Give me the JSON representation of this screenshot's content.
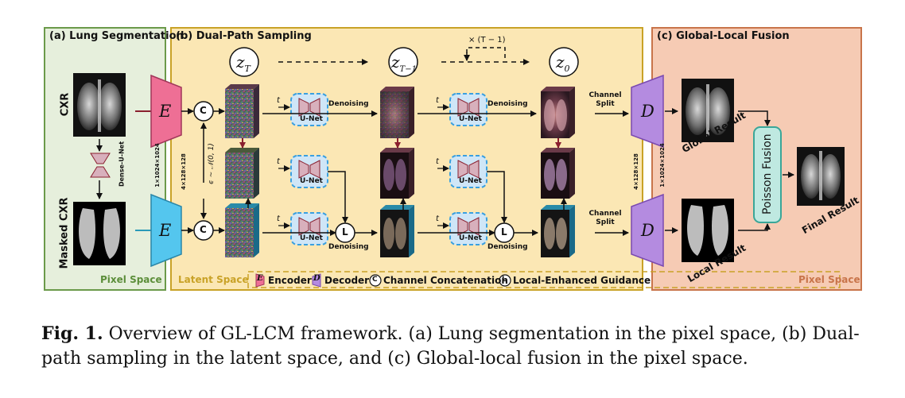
{
  "panels": {
    "a": {
      "title": "(a) Lung Segmentation",
      "space": "Pixel Space"
    },
    "b": {
      "title": "(b) Dual-Path Sampling",
      "space": "Latent Space"
    },
    "c": {
      "title": "(c) Global-Local Fusion",
      "space": "Pixel Space"
    }
  },
  "inputs": {
    "cxr": "CXR",
    "masked_cxr": "Masked CXR",
    "dense_unet": "Dense-U-Net"
  },
  "dims": {
    "pixel": "1×1024×1024",
    "latent": "4×128×128"
  },
  "blocks": {
    "encoder": "E",
    "decoder": "D",
    "concat": "C",
    "guidance": "L",
    "unet": "U-Net",
    "denoising": "Denoising",
    "t": "t",
    "channel_split": "Channel Split",
    "noise": "ϵ ∼ 𝒩(0, 1)",
    "repeat": "× (T − 1)"
  },
  "latents": {
    "zT": "z",
    "zT_sub": "T",
    "zT1": "z",
    "zT1_sub": "T−1",
    "z0": "z",
    "z0_sub": "0"
  },
  "outputs": {
    "global": "Global Result",
    "local": "Local Result",
    "poisson": "Poisson Fusion",
    "final": "Final Result"
  },
  "legend": {
    "encoder": "Encoder",
    "decoder": "Decoder",
    "concat": "Channel Concatenation",
    "guidance": "Local-Enhanced Guidance"
  },
  "colors": {
    "panel_a_bg": "#e6efdc",
    "panel_a_border": "#6b9a4a",
    "panel_b_bg": "#fbe7b4",
    "panel_b_border": "#c9a227",
    "panel_c_bg": "#f6cbb4",
    "panel_c_border": "#c8744a",
    "encoder_pink": "#ee6f95",
    "encoder_cyan": "#54c6ee",
    "decoder_purple": "#b48be0",
    "unet_bg": "#cfe6f7",
    "unet_border": "#3aa0e0",
    "poisson_bg": "#bfe9e1",
    "poisson_border": "#3aa698",
    "global_path": "#8a1f2e",
    "local_path": "#2a9ab8"
  },
  "caption": {
    "label": "Fig. 1.",
    "text": "Overview of GL-LCM framework. (a) Lung segmentation in the pixel space, (b) Dual-path sampling in the latent space, and (c) Global-local fusion in the pixel space."
  }
}
